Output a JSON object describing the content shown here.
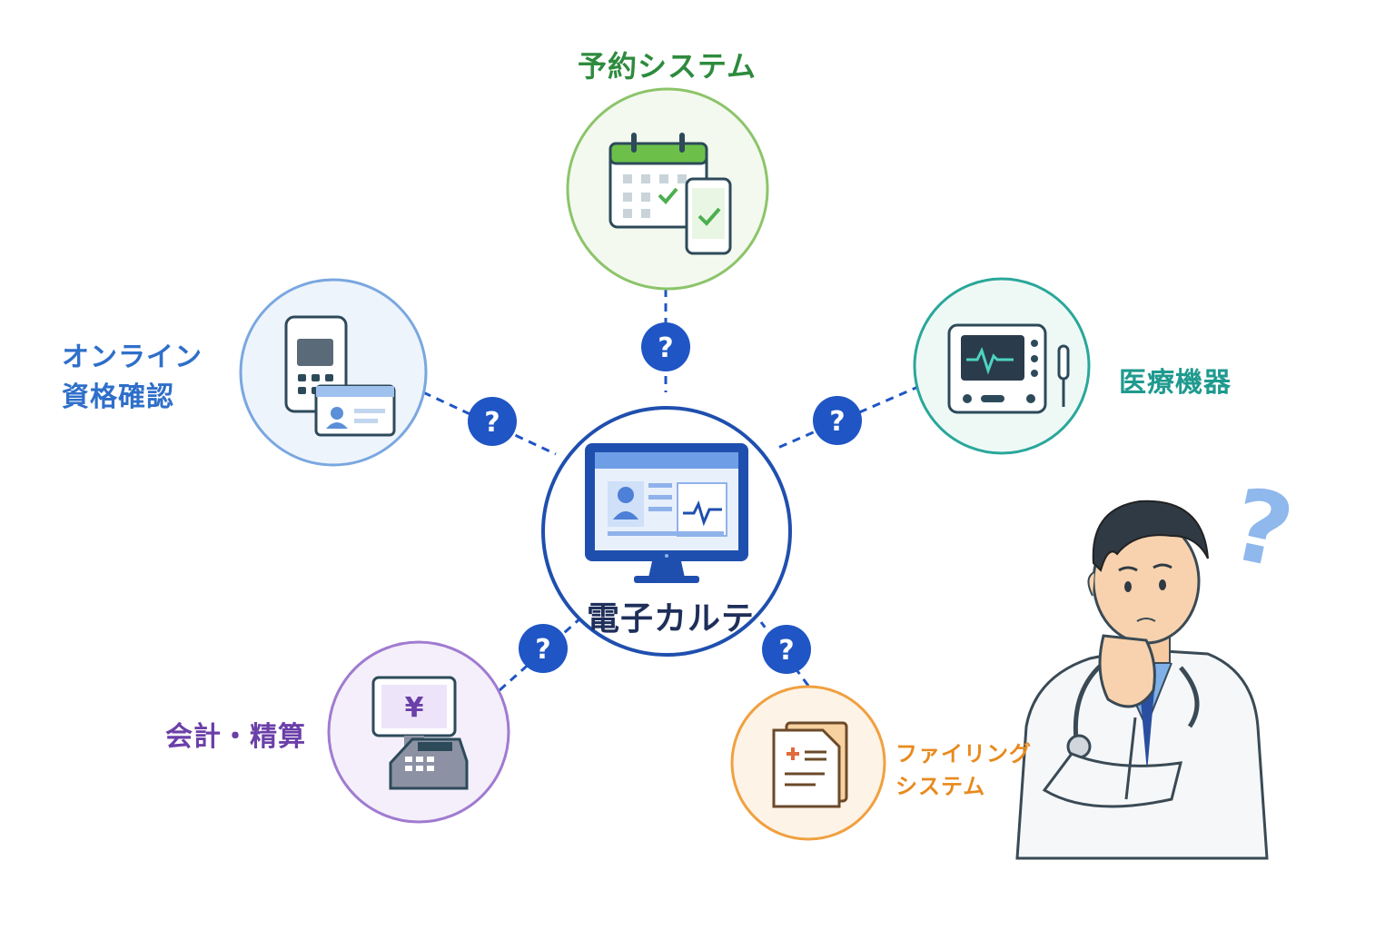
{
  "center": {
    "label": "電子カルテ",
    "color": "#1f4fae"
  },
  "nodes": {
    "reservation": {
      "label": "予約システム",
      "color": "#2e8b3e"
    },
    "online": {
      "label": "オンライン\n資格確認",
      "color": "#2f6fca"
    },
    "medical": {
      "label": "医療機器",
      "color": "#1f9a8f"
    },
    "billing": {
      "label": "会計・精算",
      "color": "#6b3fa8"
    },
    "filing": {
      "label": "ファイリング\nシステム",
      "color": "#e88a1e"
    }
  },
  "connector_badge": {
    "symbol": "?",
    "color": "#1f55c4"
  },
  "doctor": {
    "thought_symbol": "?"
  },
  "icons": {
    "center": "computer-monitor-icon",
    "reservation": "calendar-smartphone-icon",
    "online": "card-reader-id-card-icon",
    "medical": "patient-monitor-icon",
    "billing": "cash-register-yen-icon",
    "filing": "medical-documents-icon",
    "doctor": "confused-doctor-illustration"
  }
}
